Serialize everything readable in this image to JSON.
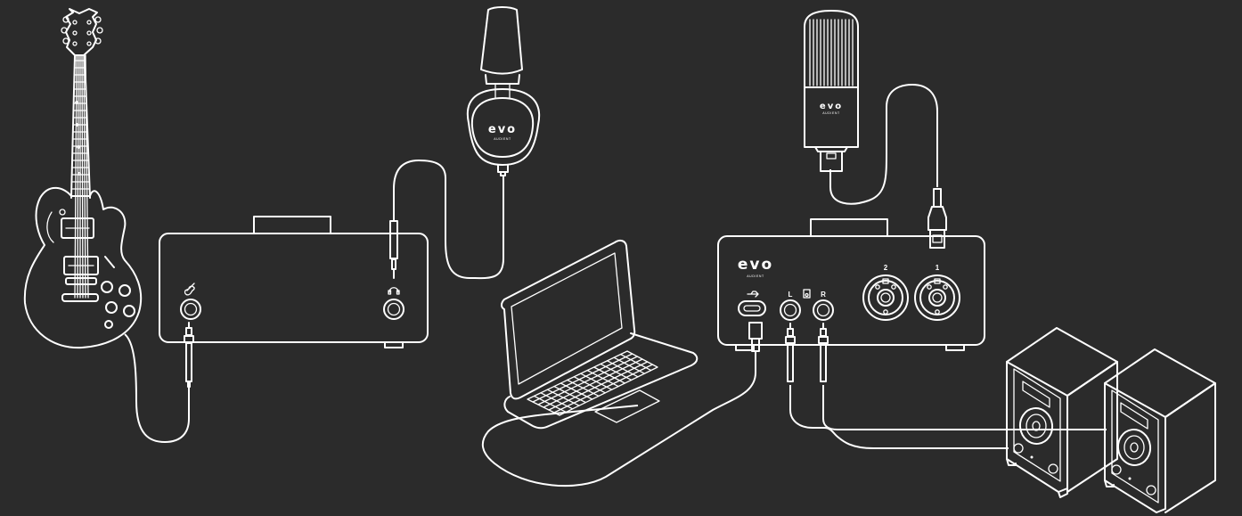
{
  "colors": {
    "background": "#2b2b2b",
    "line": "#ffffff"
  },
  "interface_left": {
    "instrument_icon": "guitar-icon",
    "headphone_icon": "headphones-icon"
  },
  "headphones": {
    "brand": "evo",
    "subbrand": "AUDIENT"
  },
  "microphone": {
    "brand": "evo",
    "subbrand": "AUDIENT"
  },
  "interface_right": {
    "brand": "evo",
    "subbrand": "AUDIENT",
    "usb_icon": "usb-icon",
    "speaker_icon": "speaker-icon",
    "output_left": "L",
    "output_right": "R",
    "input_2": "2",
    "input_1": "1"
  }
}
